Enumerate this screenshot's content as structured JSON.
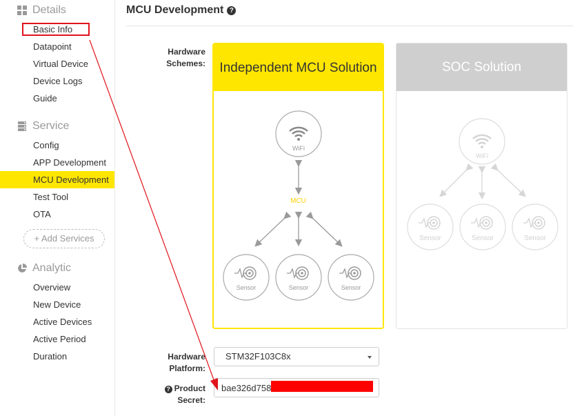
{
  "sidebar": {
    "details": {
      "title": "Details",
      "items": [
        "Basic Info",
        "Datapoint",
        "Virtual Device",
        "Device Logs",
        "Guide"
      ]
    },
    "service": {
      "title": "Service",
      "items": [
        "Config",
        "APP Development",
        "MCU Development",
        "Test Tool",
        "OTA"
      ],
      "add_label": "+ Add Services"
    },
    "analytic": {
      "title": "Analytic",
      "items": [
        "Overview",
        "New Device",
        "Active Devices",
        "Active Period",
        "Duration"
      ]
    }
  },
  "main": {
    "title": "MCU Development",
    "hardware_schemes_label_1": "Hardware",
    "hardware_schemes_label_2": "Schemes:",
    "mcu_card": {
      "title": "Independent MCU Solution",
      "wifi": "WiFi",
      "mcu": "MCU",
      "sensor": "Sensor"
    },
    "soc_card": {
      "title": "SOC Solution",
      "wifi": "WiFi",
      "sensor": "Sensor"
    },
    "platform_label_1": "Hardware",
    "platform_label_2": "Platform:",
    "platform_value": "STM32F103C8x",
    "secret_label_1": "Product",
    "secret_label_2": "Secret:",
    "secret_value": "bae326d758a"
  },
  "colors": {
    "accent": "#ffe600",
    "annotation": "#e0131a",
    "icon_gray": "#9a9a9a"
  }
}
